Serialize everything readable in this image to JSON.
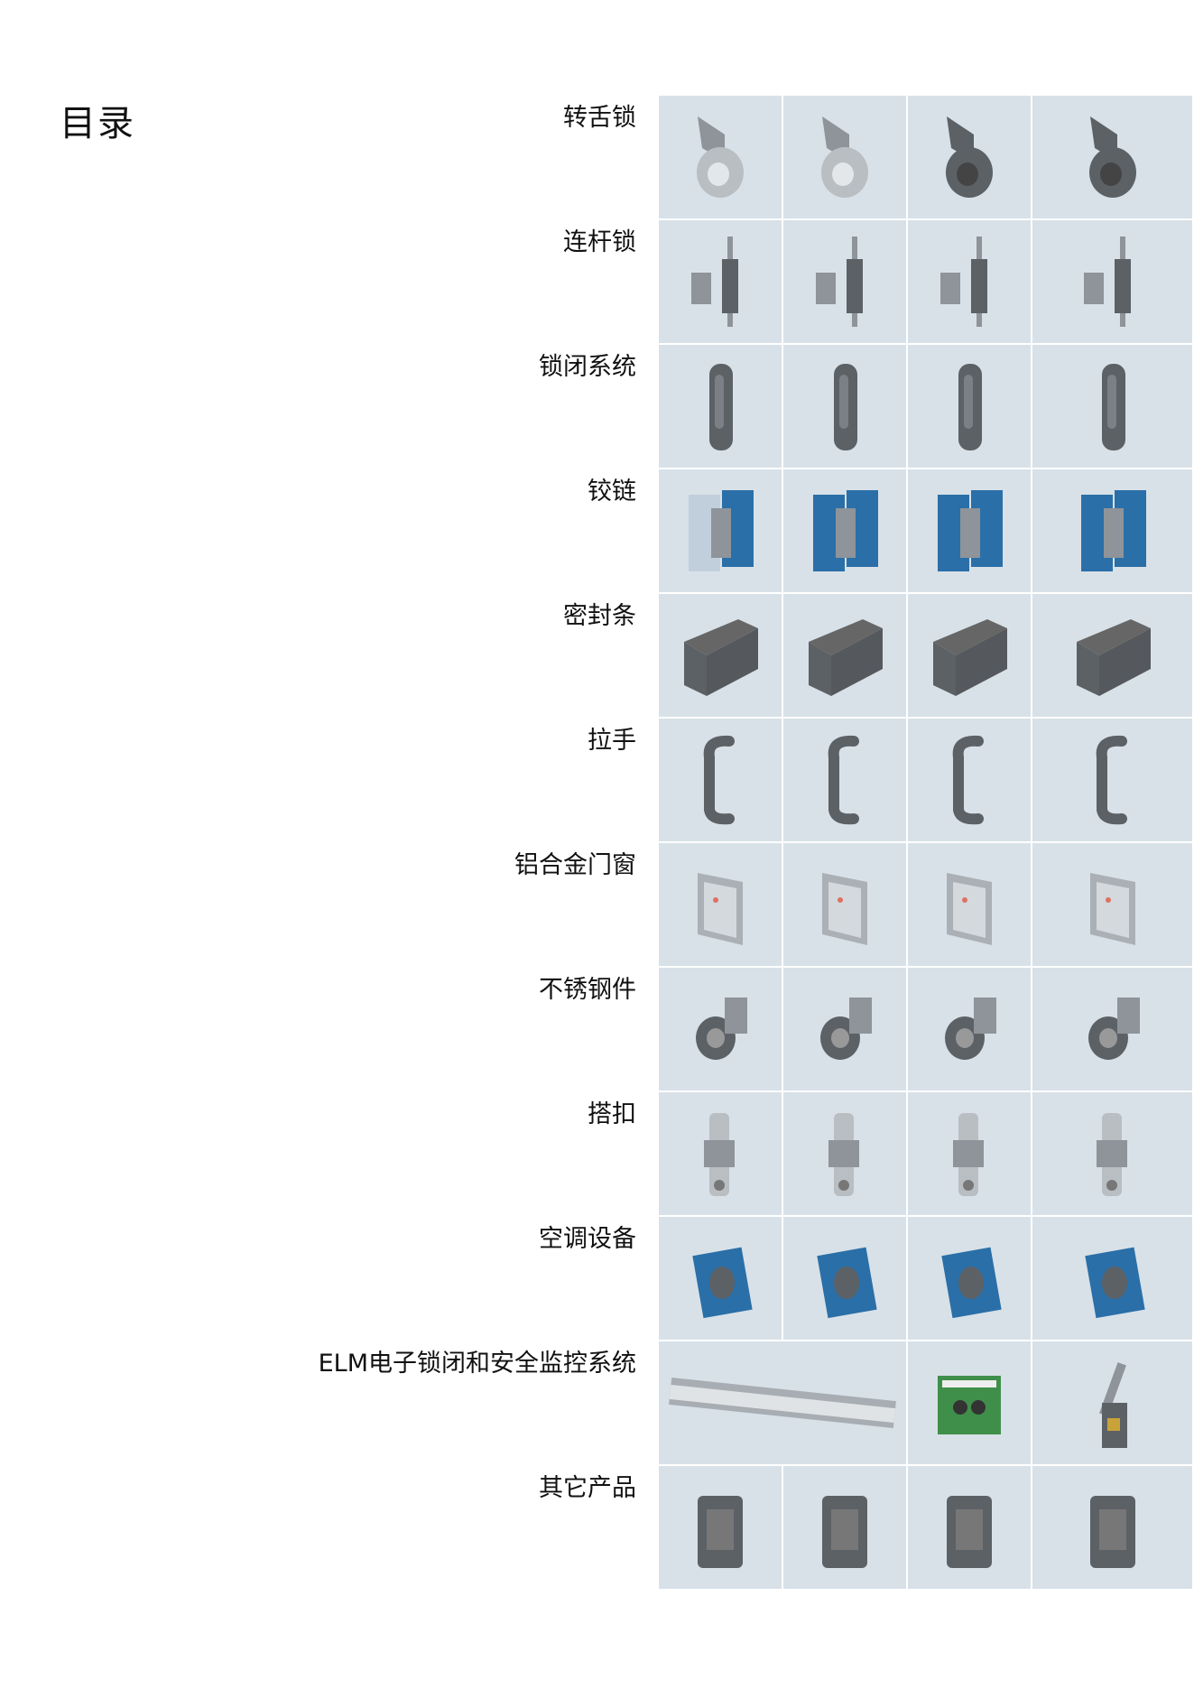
{
  "title": "目录",
  "accent_colors": {
    "cell_bg": "#d8e1e8",
    "metal": "#8e9499",
    "dark_metal": "#5c6166",
    "hinge_blue": "#2a6fa8",
    "pcb_green": "#3f8f4a"
  },
  "categories": [
    {
      "label": "转舌锁",
      "products": [
        "cam-lock-chrome",
        "cam-lock-gray",
        "cam-lock-wing",
        "cam-lock-cover"
      ]
    },
    {
      "label": "连杆锁",
      "products": [
        "rod-lock-set-a",
        "rod-lock-set-b",
        "rod-lock-set-c",
        "rod-lock-set-d"
      ]
    },
    {
      "label": "锁闭系统",
      "products": [
        "swing-handle-a",
        "swing-handle-b",
        "swing-handle-c",
        "swing-handle-d"
      ]
    },
    {
      "label": "铰链",
      "products": [
        "hinge-glass",
        "hinge-blue-a",
        "hinge-blue-b",
        "hinge-blue-c"
      ]
    },
    {
      "label": "密封条",
      "products": [
        "seal-profile-a",
        "seal-profile-b",
        "seal-profile-c",
        "seal-profile-d"
      ]
    },
    {
      "label": "拉手",
      "products": [
        "pull-handle-a",
        "pull-handle-b",
        "pull-handle-c",
        "pull-handle-d"
      ]
    },
    {
      "label": "铝合金门窗",
      "products": [
        "window-frame-a",
        "window-frame-b",
        "window-frame-c",
        "window-frame-d"
      ]
    },
    {
      "label": "不锈钢件",
      "products": [
        "stainless-cam-lock",
        "stainless-t-handle",
        "stainless-wing-handle",
        "stainless-swing-handle"
      ]
    },
    {
      "label": "搭扣",
      "products": [
        "latch-a",
        "latch-b",
        "latch-c",
        "latch-d"
      ]
    },
    {
      "label": "空调设备",
      "products": [
        "ac-lock-a",
        "ac-lock-b",
        "ac-lock-c",
        "ac-lock-d"
      ]
    },
    {
      "label": "ELM电子锁闭和安全监控系统",
      "products": [
        "rack-controller",
        "circuit-board",
        "electronic-swing-handle"
      ]
    },
    {
      "label": "其它产品",
      "products": [
        "misc-latch-a",
        "misc-latch-b",
        "misc-latch-c",
        "misc-latch-d"
      ]
    }
  ]
}
